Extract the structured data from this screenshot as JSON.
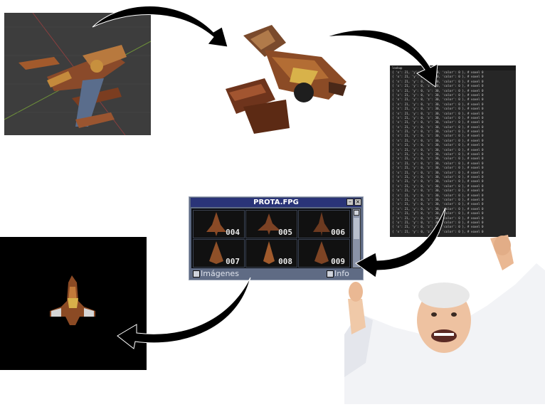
{
  "pipeline": {
    "blender_panel": {
      "icon": "blender-3d-ship-icon"
    },
    "voxel_panel": {
      "icon": "voxel-ship-icon"
    },
    "code_panel": {
      "header": "lookup",
      "lines_sample": "{ 'x': 21, 'y': 0, 'z': 30, 'color': 0 }, # voxel 0"
    },
    "fpg_window": {
      "title": "PROTA.FPG",
      "minimize_label": "–",
      "close_label": "×",
      "cells": [
        "004",
        "005",
        "006",
        "007",
        "008",
        "009"
      ],
      "footer_left": "Imágenes",
      "footer_right": "Info"
    },
    "final_panel": {
      "icon": "sprite-ship-icon"
    },
    "meme": {
      "icon": "cheering-man-icon"
    }
  },
  "colors": {
    "fpg_title_bg": "#2a3478",
    "fpg_body": "#5f6b84",
    "code_bg": "#262626",
    "arrow": "#000000"
  }
}
